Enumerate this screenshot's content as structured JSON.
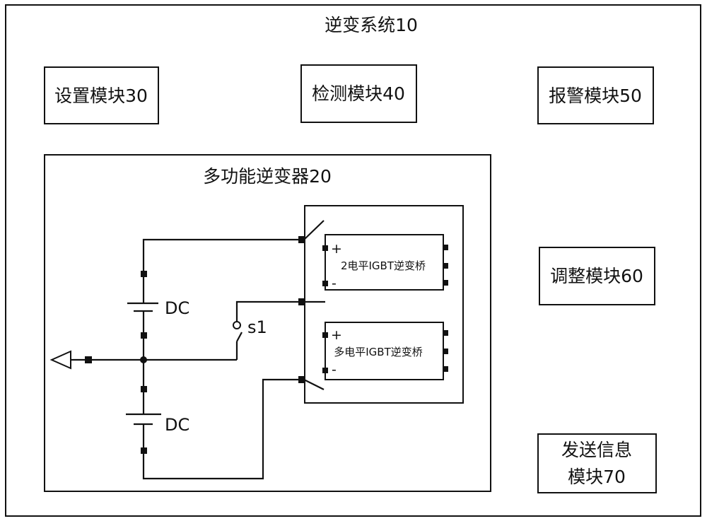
{
  "system": {
    "title": "逆变系统10"
  },
  "modules": {
    "setting": "设置模块30",
    "detection": "检测模块40",
    "alarm": "报警模块50",
    "adjust": "调整模块60",
    "send_line1": "发送信息",
    "send_line2": "模块70"
  },
  "inverter": {
    "title": "多功能逆变器20",
    "bridge_2level": "2电平IGBT逆变桥",
    "bridge_multilevel": "多电平IGBT逆变桥",
    "plus_sign": "+",
    "minus_sign": "-",
    "dc_upper": "DC",
    "dc_lower": "DC",
    "switch_label": "s1"
  },
  "colors": {
    "line": "#111111",
    "background": "#ffffff"
  }
}
